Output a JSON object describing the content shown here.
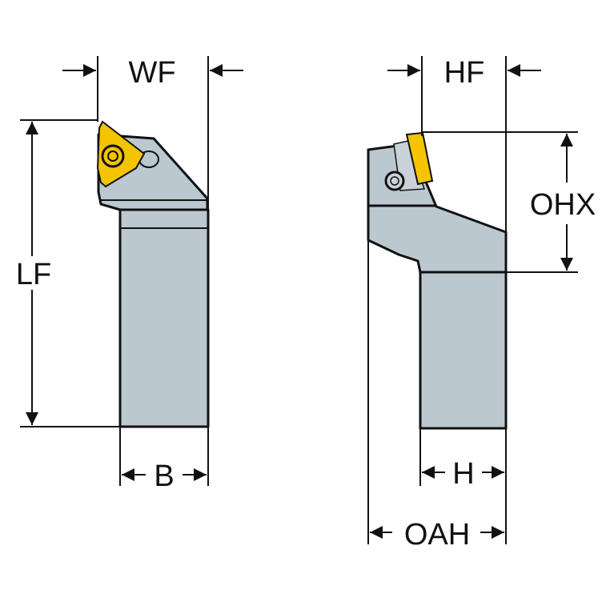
{
  "labels": {
    "wf": "WF",
    "lf": "LF",
    "b": "B",
    "hf": "HF",
    "ohx": "OHX",
    "h": "H",
    "oah": "OAH"
  },
  "colors": {
    "body": "#bcc8d0",
    "insert": "#f5c400",
    "line": "#111111"
  }
}
